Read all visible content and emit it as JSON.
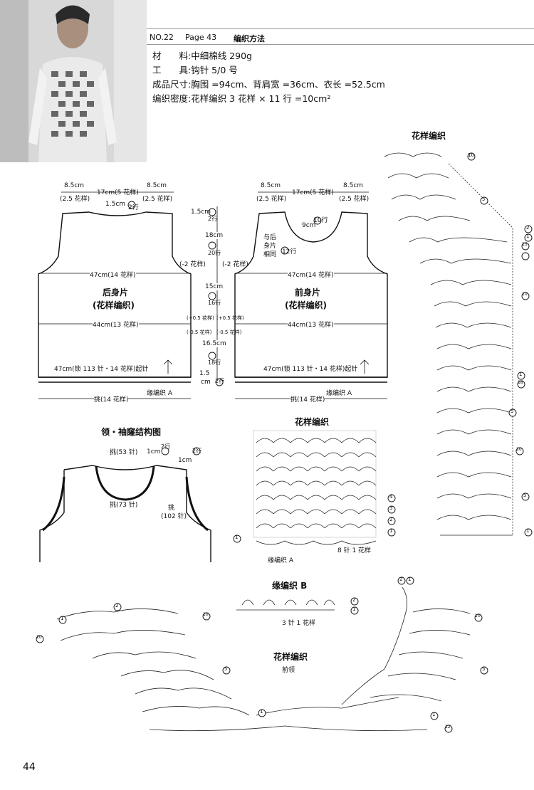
{
  "header": {
    "no": "NO.22",
    "page": "Page 43",
    "method": "编织方法"
  },
  "specs": {
    "material": "材　　料:中细棉线 290g",
    "tool": "工　　具:钩针 5/0 号",
    "size": "成品尺寸:胸围 =94cm、背肩宽 =36cm、衣长 =52.5cm",
    "gauge": "编织密度:花样编织 3 花样 × 11 行 =10cm²"
  },
  "back": {
    "title": "后身片",
    "subtitle": "(花样编织)",
    "top_left": "8.5cm",
    "top_left_sub": "(2.5 花样)",
    "top_mid": "17cm(5 花样)",
    "top_right": "8.5cm",
    "top_right_sub": "(2.5 花样)",
    "neck": "1.5cm",
    "neck_rows": "2行",
    "chest": "47cm(14 花样)",
    "waist": "44cm(13 花样)",
    "hem": "47cm(锁 113 针・14 花样)起针",
    "edging": "缘编织 A",
    "pickup": "挑(14 花样)"
  },
  "front": {
    "title": "前身片",
    "subtitle": "(花样编织)",
    "top_left": "8.5cm",
    "top_left_sub": "(2.5 花样)",
    "top_mid": "17cm(5 花样)",
    "top_right": "8.5cm",
    "top_right_sub": "(2.5 花样)",
    "neck_depth": "9cm",
    "neck_rows": "10行",
    "same_back": "与后身片相同",
    "same_rows": "12行",
    "chest": "47cm(14 花样)",
    "waist": "44cm(13 花样)",
    "hem": "47cm(锁 113 针・14 花样)起针",
    "edging": "缘编织 A",
    "pickup": "挑(14 花样)"
  },
  "center_dims": {
    "d1": "1.5cm",
    "d1r": "2行",
    "d2": "18cm",
    "d2r": "20行",
    "dec_l": "(-2 花样)",
    "dec_r": "(-2 花样)",
    "d3": "15cm",
    "d3r": "16行",
    "inc1": "(+0.5 花样)",
    "inc2": "(+0.5 花样)",
    "dec3": "(-0.5 花样)",
    "dec4": "(-0.5 花样)",
    "d4": "16.5cm",
    "d4r": "18行",
    "d5": "1.5",
    "d5b": "cm",
    "d5r": "2行"
  },
  "collar": {
    "title": "领・袖窿结构图",
    "neck_pick": "挑(53 针)",
    "neck_w": "1cm",
    "neck_r": "2行",
    "front_pick": "挑(73 针)",
    "arm_w": "1cm",
    "arm_r": "2行",
    "arm_pick": "挑",
    "arm_pick2": "(102 针)"
  },
  "pattern_main": {
    "title": "花样编织",
    "row4": "4",
    "row3": "3",
    "row2": "2",
    "row1": "1",
    "left1": "1",
    "repeat": "8 针 1 花样",
    "edging": "缘编织 A"
  },
  "pattern_right": {
    "title": "花样编织",
    "r10a": "10",
    "r5a": "5",
    "r2": "2",
    "r1a": "1",
    "r15": "15",
    "r10b": "10",
    "r1b": "1",
    "r18": "18",
    "r5b": "5",
    "r10c": "10",
    "r5c": "5",
    "r1c": "1"
  },
  "edging_b": {
    "title": "缘编织 B",
    "r2": "2",
    "r1": "1",
    "repeat": "3 针 1 花样"
  },
  "front_neck": {
    "title": "花样编织",
    "subtitle": "前领",
    "l1": "1",
    "l2": "2",
    "l20": "20",
    "l10": "10",
    "l5": "5",
    "l1b": "1",
    "r21": "2",
    "r11": "1",
    "r10": "10",
    "r5": "5",
    "r1": "1",
    "r12": "12"
  },
  "page_number": "44"
}
